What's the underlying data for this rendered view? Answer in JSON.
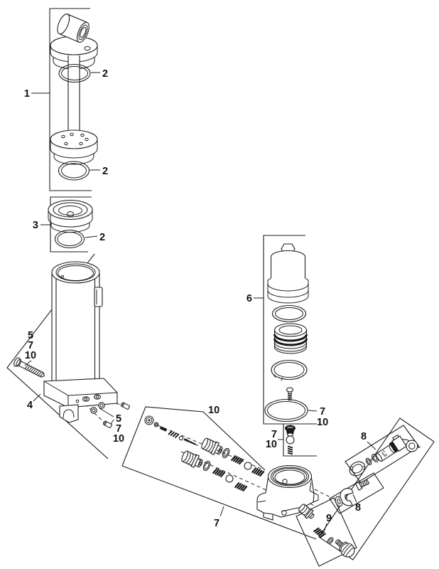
{
  "diagram": {
    "type": "exploded-parts-diagram",
    "background": "#ffffff",
    "line_color": "#1d1d1d",
    "dark_fill": "#1b1b1b",
    "part_numbers": [
      "1",
      "2",
      "3",
      "4",
      "5",
      "6",
      "7",
      "8",
      "9",
      "10"
    ],
    "callouts": {
      "n1": "1",
      "n2": "2",
      "n3": "3",
      "n4": "4",
      "n5": "5",
      "n6": "6",
      "n7": "7",
      "n8": "8",
      "n9": "9",
      "n10": "10"
    }
  }
}
